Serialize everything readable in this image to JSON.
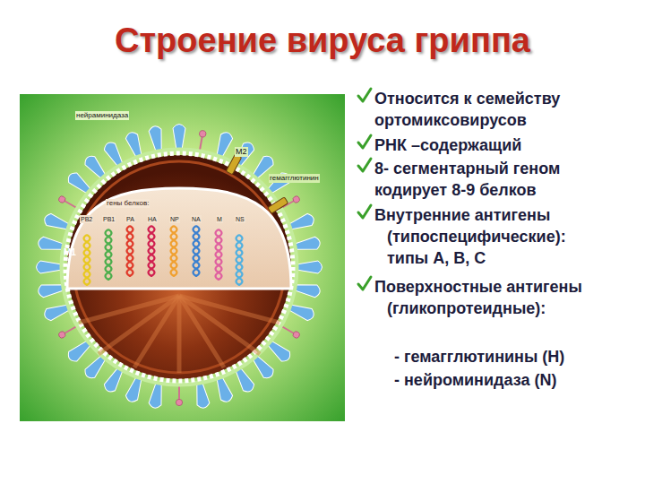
{
  "diagram": {
    "title": "Строение вируса гриппа",
    "labels": [
      "Относится к семейству ортомиксовирусов",
      "РНК –содержащий",
      "8- сегментарный геном кодирует 8-9 белков",
      "Внутренние антигены (типоспецифические): типы А, В, С",
      "Поверхностные антигены (гликопротеидные):",
      "- гемагглютинины (Н)",
      "- нейроминидаза (N)",
      "нейраминидаза",
      "М2",
      "гемагглютинин",
      "гены белков:",
      "PB2",
      "PB1",
      "PA",
      "HA",
      "NP",
      "NA",
      "M",
      "NS",
      "M1"
    ]
  }
}
